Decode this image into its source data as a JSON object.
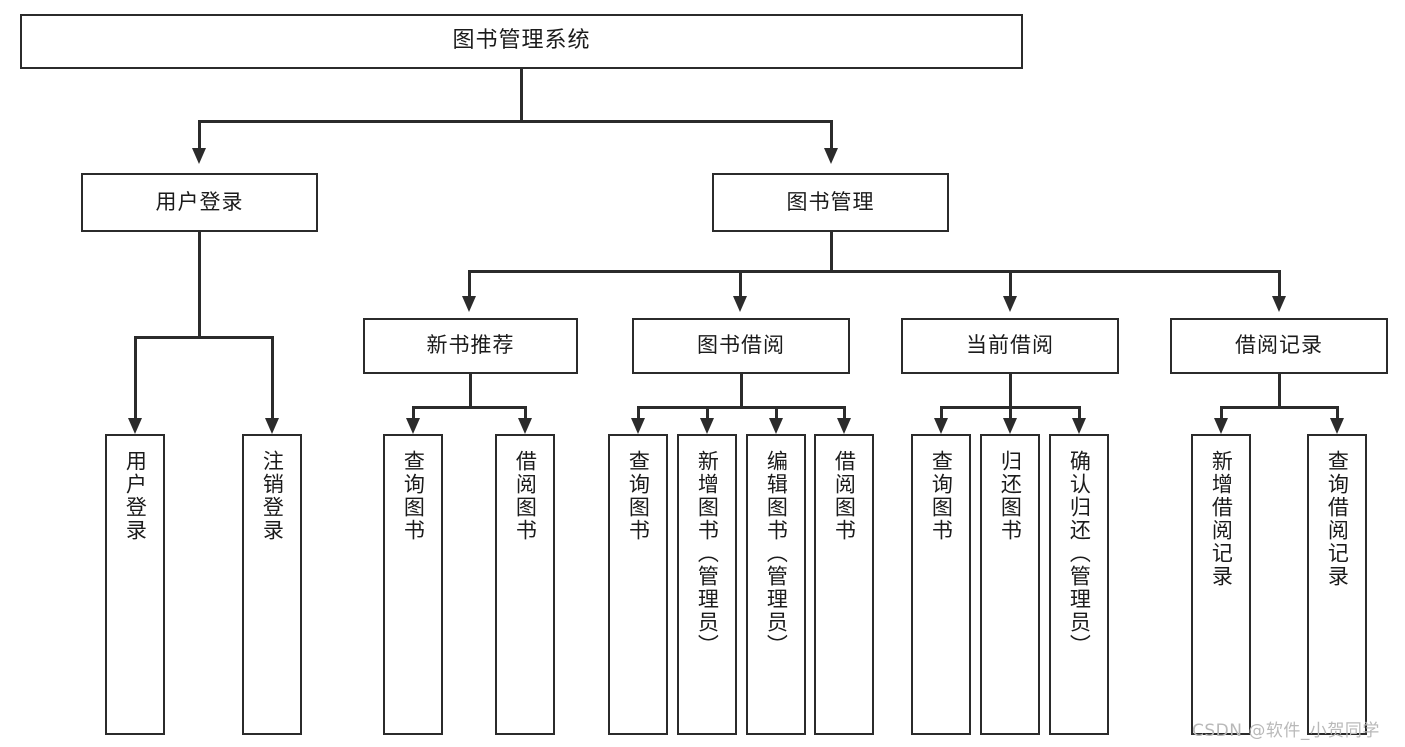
{
  "diagram": {
    "type": "tree",
    "orientation": "top-down",
    "title": "图书管理系统",
    "colors": {
      "stroke": "#2b2b2b",
      "fill": "#ffffff",
      "text": "#1b1b1b",
      "watermark": "#b9b9b9"
    },
    "root": {
      "id": "root",
      "label": "图书管理系统",
      "text_direction": "horizontal"
    },
    "level2": [
      {
        "id": "user-login",
        "label": "用户登录",
        "text_direction": "horizontal"
      },
      {
        "id": "book-management",
        "label": "图书管理",
        "text_direction": "horizontal"
      }
    ],
    "level3": [
      {
        "id": "new-book-recommend",
        "label": "新书推荐",
        "parent": "book-management",
        "text_direction": "horizontal"
      },
      {
        "id": "book-borrow",
        "label": "图书借阅",
        "parent": "book-management",
        "text_direction": "horizontal"
      },
      {
        "id": "current-borrow",
        "label": "当前借阅",
        "parent": "book-management",
        "text_direction": "horizontal"
      },
      {
        "id": "borrow-record",
        "label": "借阅记录",
        "parent": "book-management",
        "text_direction": "horizontal"
      }
    ],
    "leaves": [
      {
        "id": "leaf-user-login",
        "label": "用户登录",
        "parent": "user-login",
        "text_direction": "vertical"
      },
      {
        "id": "leaf-user-logout",
        "label": "注销登录",
        "parent": "user-login",
        "text_direction": "vertical"
      },
      {
        "id": "leaf-query-book-1",
        "label": "查询图书",
        "parent": "new-book-recommend",
        "text_direction": "vertical"
      },
      {
        "id": "leaf-borrow-book-1",
        "label": "借阅图书",
        "parent": "new-book-recommend",
        "text_direction": "vertical"
      },
      {
        "id": "leaf-query-book-2",
        "label": "查询图书",
        "parent": "book-borrow",
        "text_direction": "vertical"
      },
      {
        "id": "leaf-add-book",
        "label": "新增图书（管理员）",
        "parent": "book-borrow",
        "text_direction": "vertical"
      },
      {
        "id": "leaf-edit-book",
        "label": "编辑图书（管理员）",
        "parent": "book-borrow",
        "text_direction": "vertical"
      },
      {
        "id": "leaf-borrow-book-2",
        "label": "借阅图书",
        "parent": "book-borrow",
        "text_direction": "vertical"
      },
      {
        "id": "leaf-query-book-3",
        "label": "查询图书",
        "parent": "current-borrow",
        "text_direction": "vertical"
      },
      {
        "id": "leaf-return-book",
        "label": "归还图书",
        "parent": "current-borrow",
        "text_direction": "vertical"
      },
      {
        "id": "leaf-confirm-return",
        "label": "确认归还（管理员）",
        "parent": "current-borrow",
        "text_direction": "vertical"
      },
      {
        "id": "leaf-add-borrow-record",
        "label": "新增借阅记录",
        "parent": "borrow-record",
        "text_direction": "vertical"
      },
      {
        "id": "leaf-query-borrow-record",
        "label": "查询借阅记录",
        "parent": "borrow-record",
        "text_direction": "vertical"
      }
    ]
  },
  "watermark": {
    "text": "CSDN @软件_小贺同学"
  }
}
